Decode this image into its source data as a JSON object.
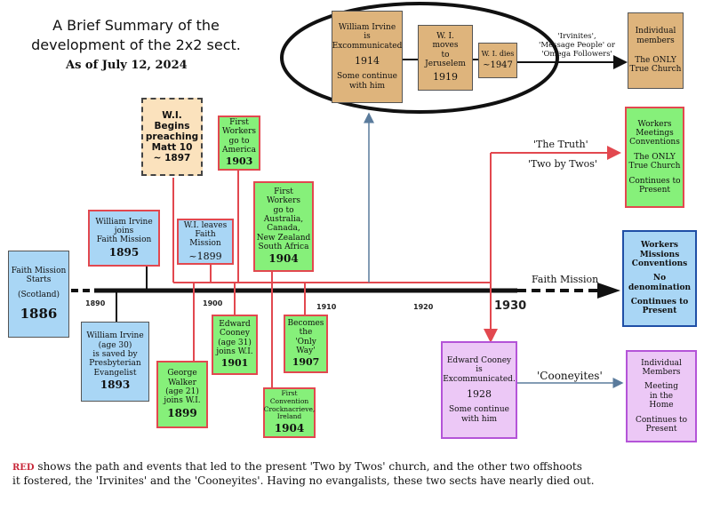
{
  "title": {
    "line1": "A Brief Summary of the",
    "line2": "development of the 2x2 sect.",
    "date": "As of July 12, 2024"
  },
  "colors": {
    "red_path": "#e2484f",
    "blue_box": "#a9d6f5",
    "green_box": "#86f07a",
    "tan_box": "#deb47c",
    "purple_box": "#ecc8f6",
    "cream_box": "#fbe2bd"
  },
  "timeline": {
    "ticks": [
      "1890",
      "1900",
      "1910",
      "1920",
      "1930"
    ],
    "faith_mission_label": "Faith Mission"
  },
  "events": {
    "fm_starts": {
      "l1": "Faith Mission",
      "l2": "Starts",
      "l3": "(Scotland)",
      "year": "1886"
    },
    "wi_saved": {
      "l1": "William Irvine",
      "l2": "(age 30)",
      "l3": "is saved by",
      "l4": "Presbyterian",
      "l5": "Evangelist",
      "year": "1893"
    },
    "wi_joins_fm": {
      "l1": "William Irvine",
      "l2": "joins",
      "l3": "Faith Mission",
      "year": "1895"
    },
    "wi_begins": {
      "l1": "W.I.",
      "l2": "Begins",
      "l3": "preaching",
      "l4": "Matt 10",
      "l5": "~ 1897"
    },
    "wi_leaves_fm": {
      "l1": "W.I. leaves",
      "l2": "Faith Mission",
      "year": "~1899"
    },
    "george_walker": {
      "l1": "George",
      "l2": "Walker",
      "l3": "(age 21)",
      "l4": "joins W.I.",
      "year": "1899"
    },
    "workers_america": {
      "l1": "First",
      "l2": "Workers",
      "l3": "go to",
      "l4": "America",
      "year": "1903"
    },
    "edward_cooney": {
      "l1": "Edward",
      "l2": "Cooney",
      "l3": "(age 31)",
      "l4": "joins W.I.",
      "year": "1901"
    },
    "workers_australia": {
      "l1": "First",
      "l2": "Workers",
      "l3": "go to",
      "l4": "Australia,",
      "l5": "Canada,",
      "l6": "New Zealand",
      "l7": "South Africa",
      "year": "1904"
    },
    "first_convention": {
      "l1": "First",
      "l2": "Convention",
      "l3": "Crocknacrieve,",
      "l4": "Ireland",
      "year": "1904"
    },
    "only_way": {
      "l1": "Becomes",
      "l2": "the",
      "l3": "'Only Way'",
      "year": "1907"
    },
    "wi_excommunicated": {
      "l1": "William Irvine",
      "l2": "is",
      "l3": "Excommunicated",
      "year": "1914",
      "l4": "Some continue",
      "l5": "with him"
    },
    "wi_jerusalem": {
      "l1": "W. I.",
      "l2": "moves",
      "l3": "to",
      "l4": "Jeruselem",
      "year": "1919"
    },
    "wi_dies": {
      "l1": "W. I. dies",
      "year": "~1947"
    },
    "ec_excommunicated": {
      "l1": "Edward Cooney",
      "l2": "is",
      "l3": "Excommunicated.",
      "year": "1928",
      "l4": "Some continue",
      "l5": "with him"
    }
  },
  "outcomes": {
    "irvinites_label": {
      "l1": "'Irvinites',",
      "l2": "'Message People'  or",
      "l3": "'Omega Followers'"
    },
    "irvinites_box": {
      "l1": "Individual",
      "l2": "members",
      "l3": "The ONLY",
      "l4": "True Church"
    },
    "truth_label": {
      "l1": "'The Truth'",
      "l2": "'Two by Twos'"
    },
    "truth_box": {
      "l1": "Workers",
      "l2": "Meetings",
      "l3": "Conventions",
      "l4": "The ONLY",
      "l5": "True Church",
      "l6": "Continues to",
      "l7": "Present"
    },
    "fm_box": {
      "l1": "Workers",
      "l2": "Missions",
      "l3": "Conventions",
      "l4": "No denomination",
      "l5": "Continues to",
      "l6": "Present"
    },
    "cooneyites_label": "'Cooneyites'",
    "cooneyites_box": {
      "l1": "Individual",
      "l2": "Members",
      "l3": "Meeting",
      "l4": "in the",
      "l5": "Home",
      "l6": "Continues to",
      "l7": "Present"
    }
  },
  "footer": {
    "red_word": "RED",
    "line1": " shows the path and events that led to the present 'Two by Twos' church, and the other two offshoots",
    "line2": "it fostered,  the 'Irvinites' and the 'Cooneyites'.  Having no evangalists, these two sects have nearly died out."
  }
}
